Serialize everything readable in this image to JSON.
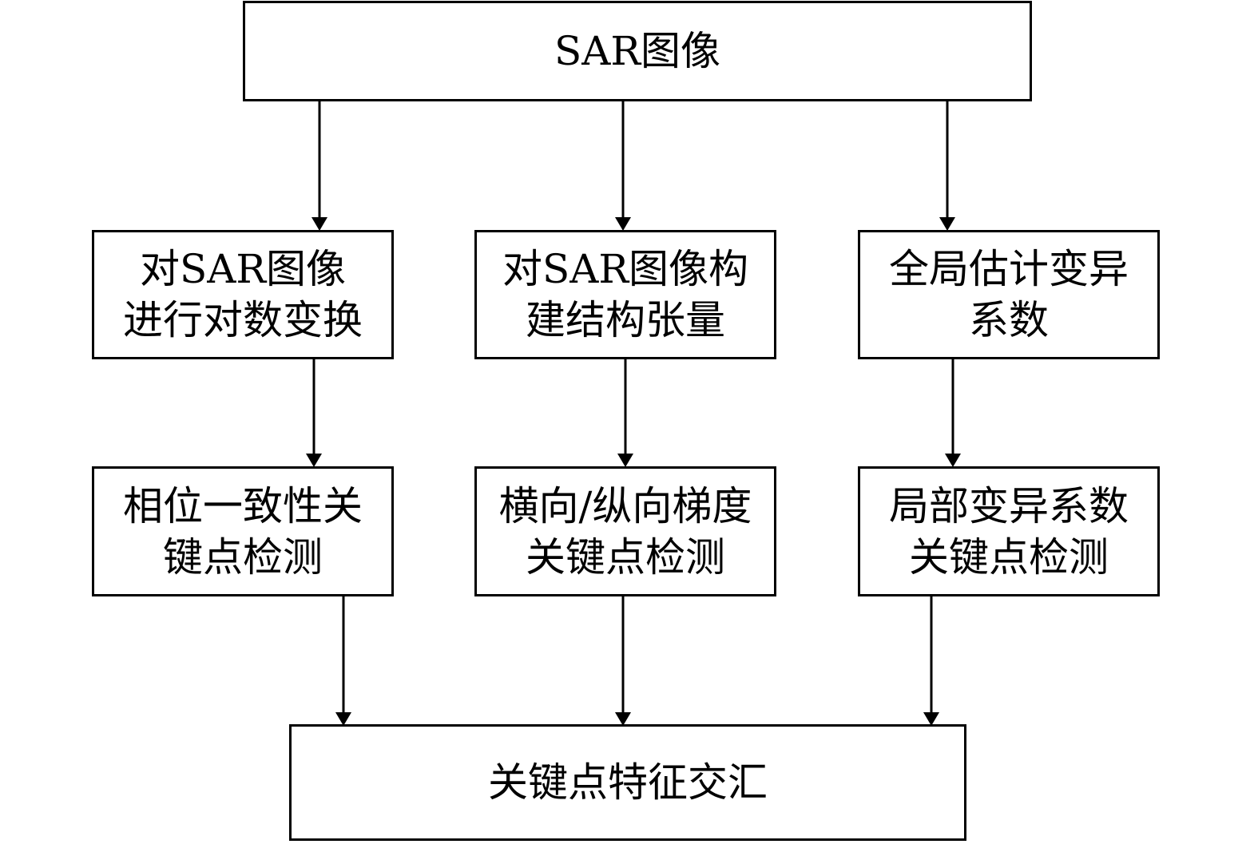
{
  "diagram": {
    "top": {
      "label": "SAR图像"
    },
    "columns": [
      {
        "step1": {
          "lines": [
            "对SAR图像",
            "进行对数变换"
          ]
        },
        "step2": {
          "lines": [
            "相位一致性关",
            "键点检测"
          ]
        }
      },
      {
        "step1": {
          "lines": [
            "对SAR图像构",
            "建结构张量"
          ]
        },
        "step2": {
          "lines": [
            "横向/纵向梯度",
            "关键点检测"
          ]
        }
      },
      {
        "step1": {
          "lines": [
            "全局估计变异",
            "系数"
          ]
        },
        "step2": {
          "lines": [
            "局部变异系数",
            "关键点检测"
          ]
        }
      }
    ],
    "bottom": {
      "label": "关键点特征交汇"
    }
  }
}
